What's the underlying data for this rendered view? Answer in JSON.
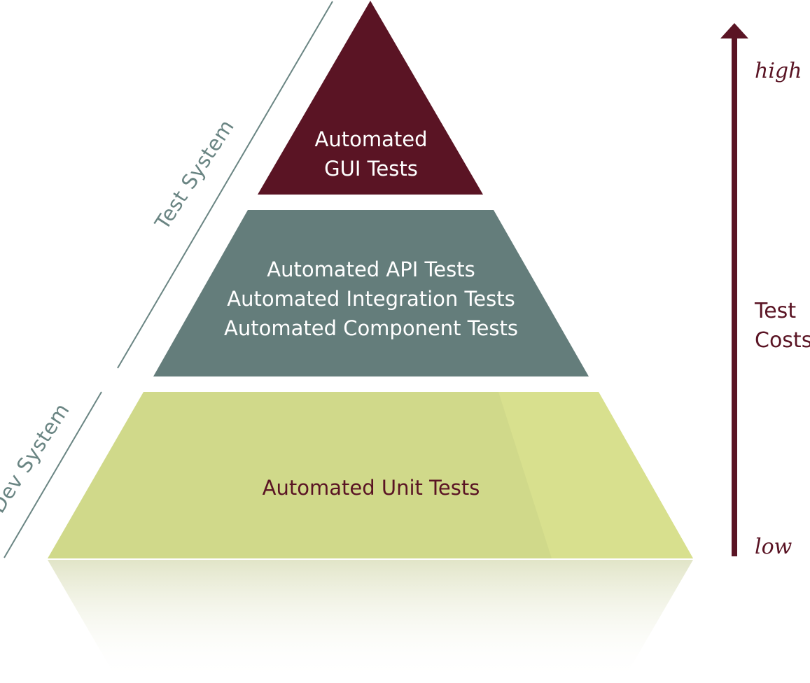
{
  "pyramid": {
    "top": {
      "lines": [
        "Automated",
        "GUI Tests"
      ],
      "color": "#5a1424"
    },
    "middle": {
      "lines": [
        "Automated API Tests",
        "Automated Integration Tests",
        "Automated Component Tests"
      ],
      "color": "#647d7b"
    },
    "bottom": {
      "lines": [
        "Automated Unit Tests"
      ],
      "color": "#d0d98a"
    }
  },
  "side_labels": {
    "test_system": "Test System",
    "dev_system": "Dev System"
  },
  "cost_axis": {
    "high": "high",
    "low": "low",
    "title_lines": [
      "Test",
      "Costs"
    ],
    "color": "#5a1424"
  }
}
